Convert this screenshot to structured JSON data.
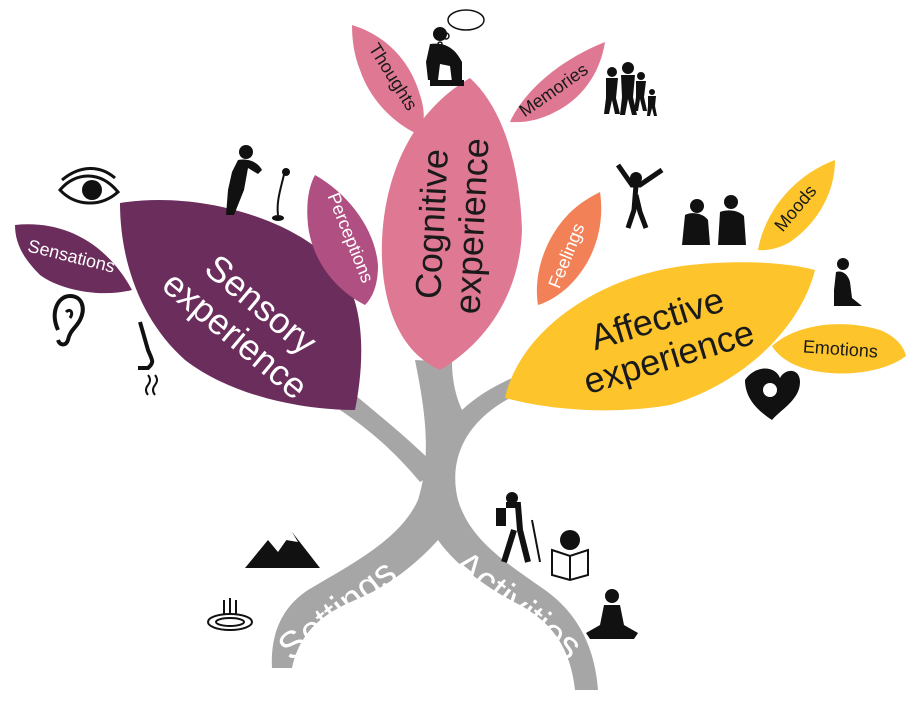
{
  "colors": {
    "trunk": "#a6a6a6",
    "sensory": "#6b2d5c",
    "sensory_light": "#8a3c72",
    "perceptions": "#b04f82",
    "cognitive": "#df7993",
    "feelings": "#f28157",
    "affective": "#fdc42b",
    "silhouette": "#111111"
  },
  "diagram": {
    "sensory": {
      "line1": "Sensory",
      "line2": "experience"
    },
    "cognitive": {
      "line1": "Cognitive",
      "line2": "experience"
    },
    "affective": {
      "line1": "Affective",
      "line2": "experience"
    },
    "leaves": {
      "sensations": "Sensations",
      "perceptions": "Perceptions",
      "thoughts": "Thoughts",
      "memories": "Memories",
      "feelings": "Feelings",
      "moods": "Moods",
      "emotions": "Emotions"
    },
    "branches": {
      "settings": "Settings",
      "activities": "Activities"
    }
  },
  "icons": [
    "eye-icon",
    "ear-icon",
    "nose-icon",
    "bending-woman-icon",
    "flower-icon",
    "thinker-icon",
    "thought-cloud-icon",
    "family-walking-icon",
    "jumping-person-icon",
    "conversation-icon",
    "kneeling-woman-icon",
    "heart-lovers-icon",
    "mountain-icon",
    "waterfall-icon",
    "hiker-icon",
    "reader-icon",
    "meditating-person-icon"
  ]
}
